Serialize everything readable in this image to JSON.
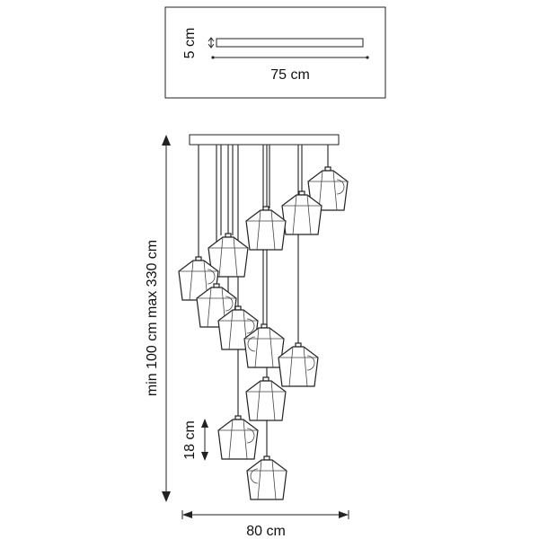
{
  "top_view": {
    "height_label": "5 cm",
    "width_label": "75 cm"
  },
  "front_view": {
    "overall_height_label": "min 100 cm max 330 cm",
    "shade_height_label": "18 cm",
    "overall_width_label": "80 cm",
    "pendant_count": 12
  },
  "colors": {
    "line": "#222222",
    "background": "#ffffff"
  }
}
